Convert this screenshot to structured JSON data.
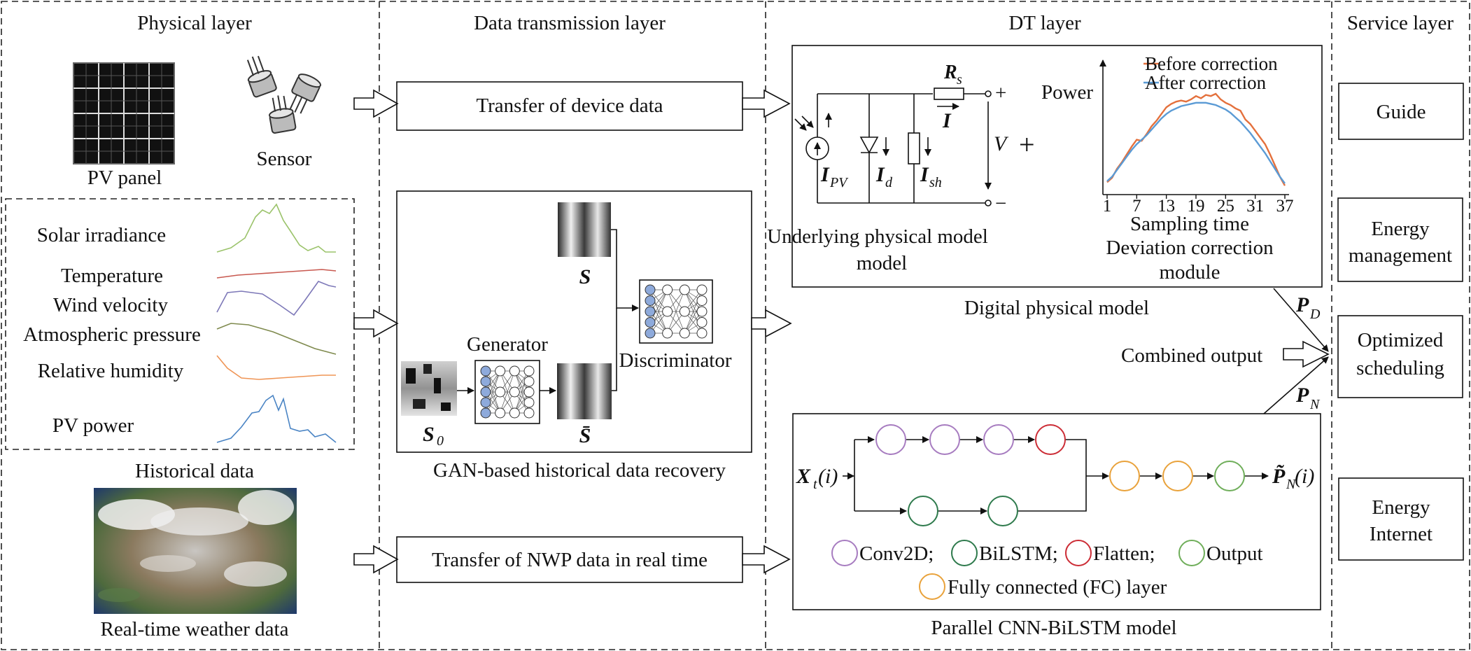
{
  "columns": {
    "physical": "Physical layer",
    "transmission": "Data transmission layer",
    "dt": "DT layer",
    "service": "Service layer"
  },
  "physical": {
    "pv_panel": "PV panel",
    "sensor": "Sensor",
    "variables": [
      "Solar irradiance",
      "Temperature",
      "Wind velocity",
      "Atmospheric pressure",
      "Relative humidity",
      "PV power"
    ],
    "variable_colors": [
      "#9bc36b",
      "#c8584f",
      "#7d78b8",
      "#7f8a4e",
      "#ef9556",
      "#4a84c4"
    ],
    "historical": "Historical data",
    "realtime": "Real-time weather data"
  },
  "transmission": {
    "device": "Transfer of device data",
    "nwp": "Transfer of NWP data in real time",
    "gan_caption": "GAN-based historical data recovery",
    "generator": "Generator",
    "discriminator": "Discriminator",
    "s": "S",
    "s0": "S",
    "s0_sub": "0",
    "sbar": "S̄"
  },
  "dt": {
    "circuit": {
      "rs": "R",
      "rs_sub": "s",
      "i": "I",
      "ipv": "I",
      "ipv_sub": "PV",
      "id": "I",
      "id_sub": "d",
      "ish": "I",
      "ish_sub": "sh",
      "v": "V",
      "plus": "+",
      "minus": "−",
      "plus_big": "+",
      "caption_1": "Underlying physical model",
      "caption_2": "model"
    },
    "correction_module_1": "Sampling time",
    "correction_module_2": "Deviation correction",
    "correction_module_3": "module",
    "digital_model": "Digital physical model",
    "combined": "Combined output",
    "pd": "P",
    "pd_sub": "D",
    "pn": "P",
    "pn_sub": "N",
    "cnn_caption": "Parallel CNN-BiLSTM model",
    "input": "X",
    "input_sub": "t",
    "input_arg": "(i)",
    "output": "P̃",
    "output_sub": "N",
    "output_arg": "(i)",
    "legend": [
      {
        "label": "Conv2D;",
        "color": "#a77cc0"
      },
      {
        "label": "BiLSTM;",
        "color": "#2e7a4c"
      },
      {
        "label": "Flatten;",
        "color": "#cc2d36"
      },
      {
        "label": "Output",
        "color": "#6fae5a"
      },
      {
        "label": "Fully connected (FC) layer",
        "color": "#e9a23b"
      }
    ]
  },
  "service": {
    "items": [
      [
        "Guide"
      ],
      [
        "Energy",
        "management"
      ],
      [
        "Optimized",
        "scheduling"
      ],
      [
        "Energy",
        "Internet"
      ]
    ]
  },
  "chart_data": {
    "type": "line",
    "title": "",
    "ylabel": "Power",
    "xlabel": "Sampling time",
    "xticks": [
      1,
      7,
      13,
      19,
      25,
      31,
      37
    ],
    "xlim": [
      1,
      37
    ],
    "ylim": [
      0,
      1
    ],
    "legend_position": "top-right",
    "x": [
      1,
      2,
      3,
      4,
      5,
      6,
      7,
      8,
      9,
      10,
      11,
      12,
      13,
      14,
      15,
      16,
      17,
      18,
      19,
      20,
      21,
      22,
      23,
      24,
      25,
      26,
      27,
      28,
      29,
      30,
      31,
      32,
      33,
      34,
      35,
      36,
      37
    ],
    "series": [
      {
        "name": "Before correction",
        "color": "#e4703c",
        "values": [
          0.06,
          0.1,
          0.18,
          0.24,
          0.31,
          0.38,
          0.44,
          0.43,
          0.49,
          0.56,
          0.61,
          0.67,
          0.73,
          0.76,
          0.78,
          0.79,
          0.78,
          0.8,
          0.83,
          0.81,
          0.84,
          0.83,
          0.85,
          0.8,
          0.77,
          0.75,
          0.72,
          0.7,
          0.62,
          0.58,
          0.52,
          0.46,
          0.4,
          0.31,
          0.21,
          0.11,
          0.03
        ]
      },
      {
        "name": "After correction",
        "color": "#5b9bd5",
        "values": [
          0.07,
          0.11,
          0.17,
          0.23,
          0.29,
          0.35,
          0.4,
          0.44,
          0.48,
          0.53,
          0.58,
          0.63,
          0.67,
          0.7,
          0.72,
          0.74,
          0.75,
          0.76,
          0.77,
          0.77,
          0.77,
          0.76,
          0.75,
          0.73,
          0.71,
          0.68,
          0.64,
          0.6,
          0.55,
          0.5,
          0.44,
          0.38,
          0.32,
          0.25,
          0.18,
          0.11,
          0.05
        ]
      }
    ]
  }
}
